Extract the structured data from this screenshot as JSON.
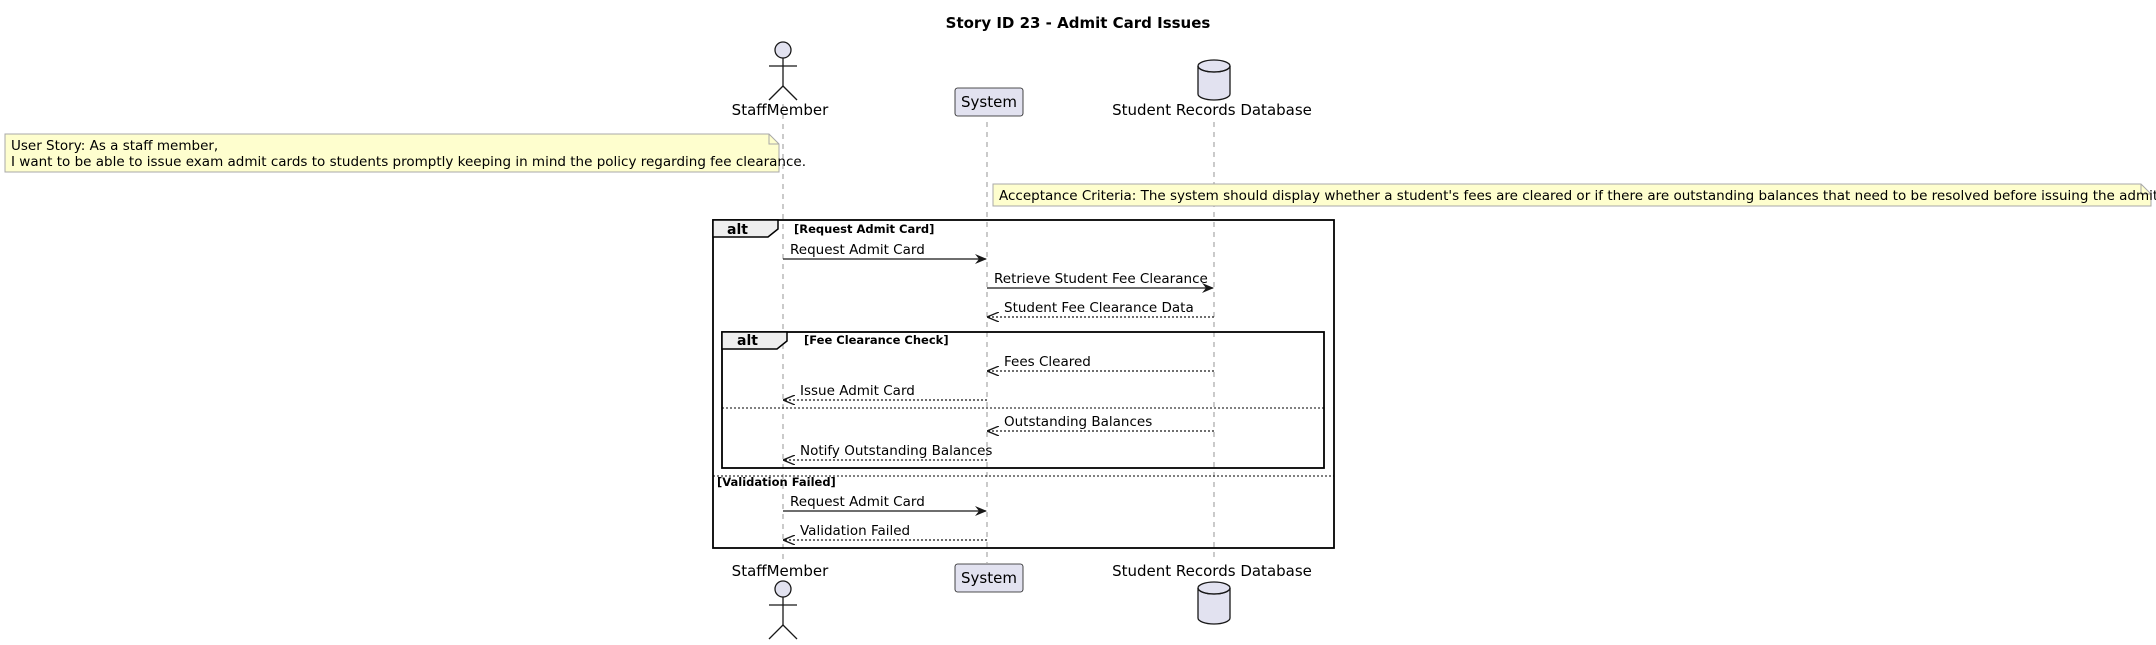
{
  "diagram": {
    "title": "Story ID 23 - Admit Card Issues",
    "participants": {
      "staff": "StaffMember",
      "system": "System",
      "database": "Student Records Database"
    },
    "notes": {
      "user_story_line1": "User Story: As a staff member,",
      "user_story_line2": "I want to be able to issue exam admit cards to students promptly keeping in mind the policy regarding fee clearance.",
      "acceptance_criteria": "Acceptance Criteria: The system should display whether a student's fees are cleared or if there are outstanding balances that need to be resolved before issuing the admit card."
    },
    "fragments": {
      "outer": {
        "keyword": "alt",
        "guard": "[Request Admit Card]",
        "else_guard": "[Validation Failed]"
      },
      "inner": {
        "keyword": "alt",
        "guard": "[Fee Clearance Check]"
      }
    },
    "messages": [
      {
        "label": "Request Admit Card",
        "from": "staff",
        "to": "system",
        "style": "sync"
      },
      {
        "label": "Retrieve Student Fee Clearance",
        "from": "system",
        "to": "database",
        "style": "sync"
      },
      {
        "label": "Student Fee Clearance Data",
        "from": "database",
        "to": "system",
        "style": "reply"
      },
      {
        "label": "Fees Cleared",
        "from": "database",
        "to": "system",
        "style": "reply"
      },
      {
        "label": "Issue Admit Card",
        "from": "system",
        "to": "staff",
        "style": "reply"
      },
      {
        "label": "Outstanding Balances",
        "from": "database",
        "to": "system",
        "style": "reply"
      },
      {
        "label": "Notify Outstanding Balances",
        "from": "system",
        "to": "staff",
        "style": "reply"
      },
      {
        "label": "Request Admit Card",
        "from": "staff",
        "to": "system",
        "style": "sync"
      },
      {
        "label": "Validation Failed",
        "from": "system",
        "to": "staff",
        "style": "reply"
      }
    ],
    "colors": {
      "participant_fill": "#e2e2f0",
      "participant_stroke": "#181818",
      "note_fill": "#fefece",
      "note_stroke": "#a8a8a8",
      "fragment_header_fill": "#eeeeee",
      "lifeline": "#a8a8a8"
    }
  }
}
